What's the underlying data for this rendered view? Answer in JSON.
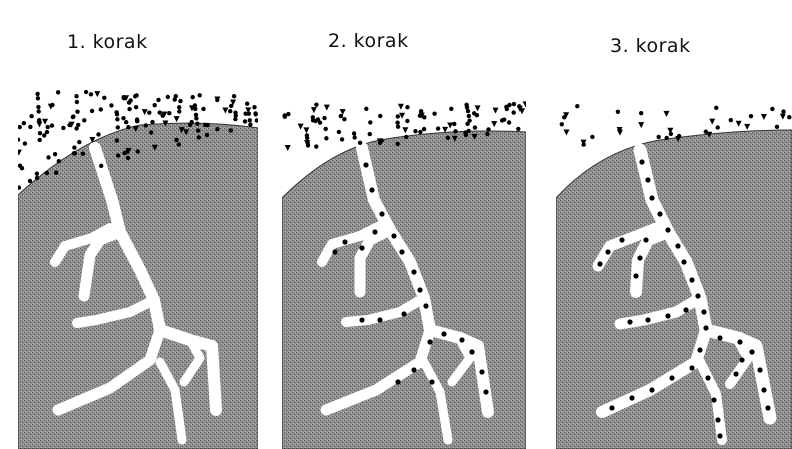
{
  "steps": [
    {
      "label": "1. korak"
    },
    {
      "label": "2. korak"
    },
    {
      "label": "3. korak"
    }
  ],
  "colors": {
    "grain": "#8f8f8f",
    "grain_dark": "#5a5a5a",
    "pore": "#ffffff",
    "particle": "#000000"
  }
}
